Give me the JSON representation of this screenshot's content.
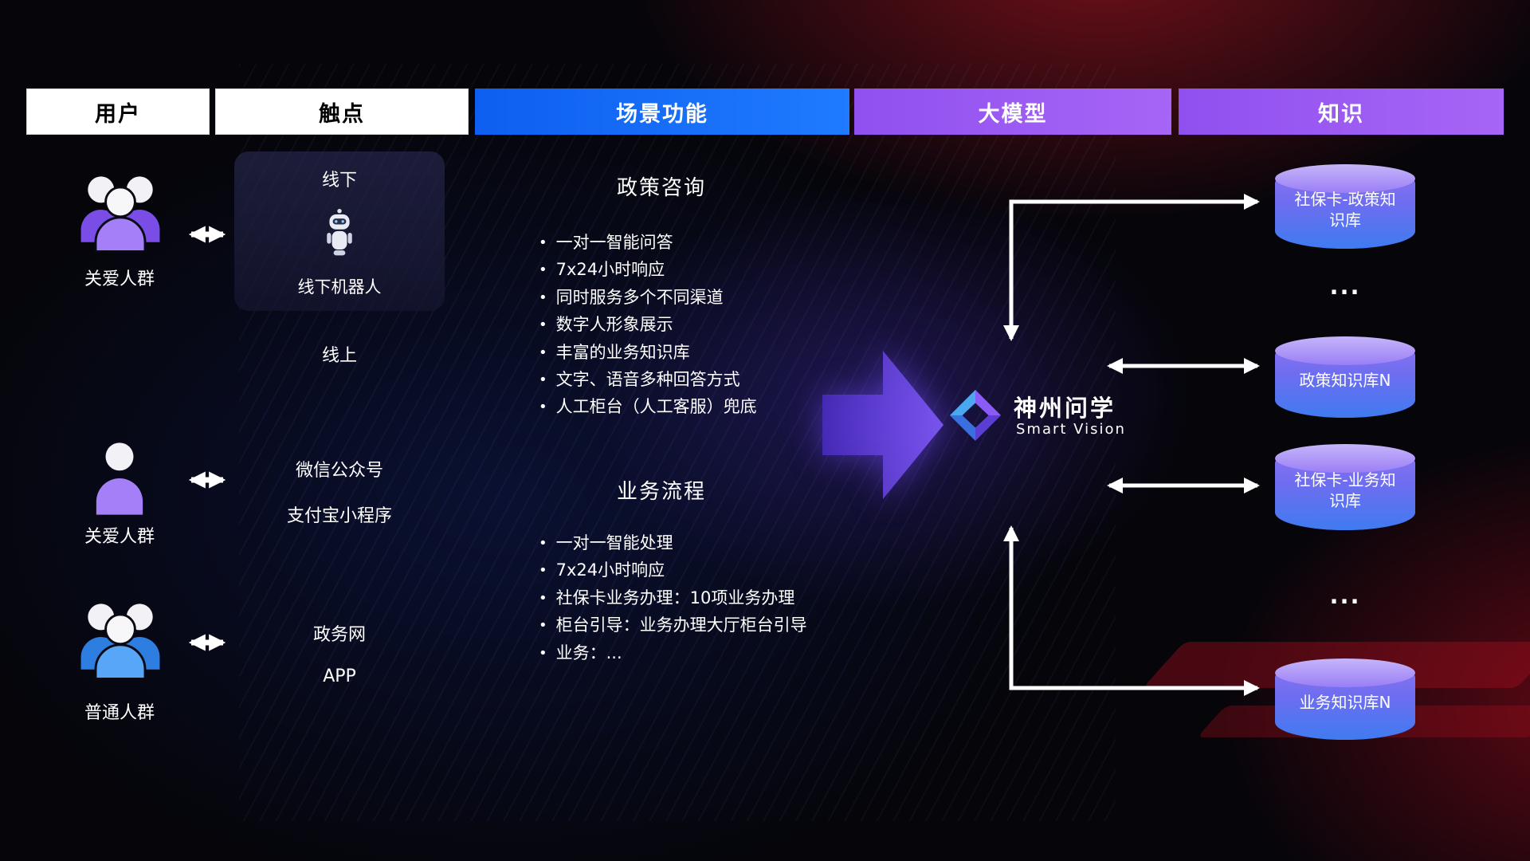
{
  "header": {
    "columns": [
      {
        "label": "用户"
      },
      {
        "label": "触点"
      },
      {
        "label": "场景功能"
      },
      {
        "label": "大模型"
      },
      {
        "label": "知识"
      }
    ]
  },
  "users": {
    "groups": [
      {
        "label": "关爱人群"
      },
      {
        "label": "关爱人群"
      },
      {
        "label": "普通人群"
      }
    ]
  },
  "touchpoints": {
    "offline_title": "线下",
    "offline_robot": "线下机器人",
    "online_title": "线上",
    "wechat": "微信公众号",
    "alipay": "支付宝小程序",
    "gov": "政务网",
    "app": "APP"
  },
  "scenes": {
    "policy_title": "政策咨询",
    "policy_items": [
      "一对一智能问答",
      "7x24小时响应",
      "同时服务多个不同渠道",
      "数字人形象展示",
      "丰富的业务知识库",
      "文字、语音多种回答方式",
      "人工柜台（人工客服）兜底"
    ],
    "business_title": "业务流程",
    "business_items": [
      "一对一智能处理",
      "7x24小时响应",
      "社保卡业务办理：10项业务办理",
      "柜台引导：业务办理大厅柜台引导",
      "业务：..."
    ]
  },
  "model": {
    "name": "神州问学",
    "subtitle": "Smart Vision"
  },
  "knowledge": {
    "db1": "社保卡-政策知识库",
    "dots1": "...",
    "db2": "政策知识库N",
    "db3": "社保卡-业务知识库",
    "dots2": "...",
    "db4": "业务知识库N"
  },
  "colors": {
    "header_blue": "#1468f5",
    "header_purple": "#9b5cf6",
    "cylinder_top": "#c6b5fa",
    "cylinder_body_from": "#8f75f2",
    "cylinder_body_to": "#3f7bf0",
    "big_arrow": "#6a46e8",
    "arrow": "#ffffff",
    "background_red": "#c01926",
    "background_blue": "#16357a"
  }
}
